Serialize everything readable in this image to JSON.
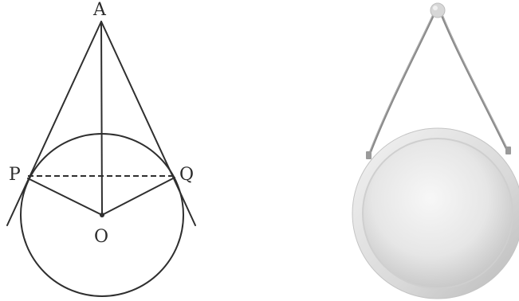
{
  "diagram": {
    "points": {
      "apex": "A",
      "left_tangent_point": "P",
      "right_tangent_point": "Q",
      "center": "O"
    }
  },
  "photo": {
    "subject": "round-mirror-with-hanging-strap-icon"
  },
  "colors": {
    "line": "#2f2f2f",
    "text": "#2b2b2b",
    "mirror_frame": "#e4e4e4",
    "strap": "#8a8a8a",
    "knob": "#d7d7d7"
  }
}
